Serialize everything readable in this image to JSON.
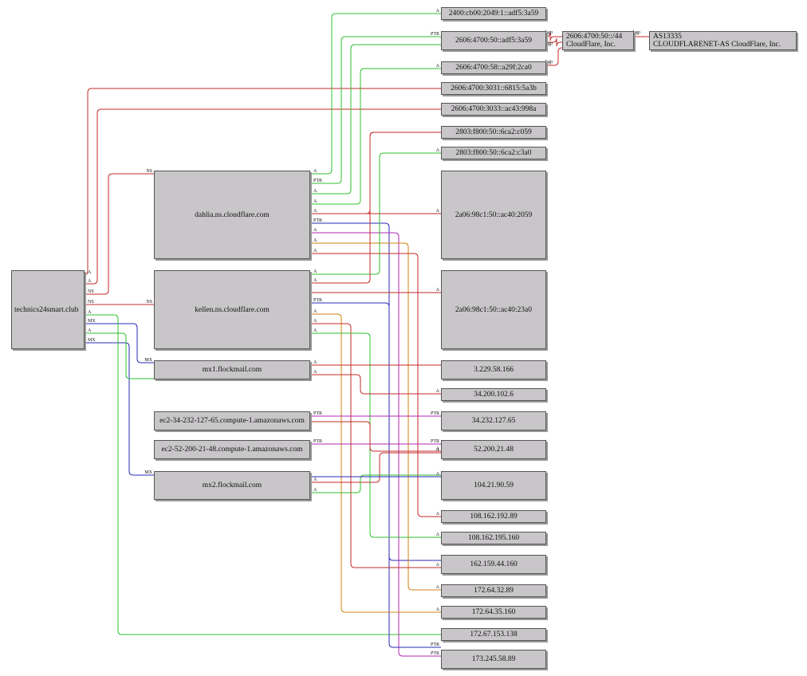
{
  "colors": {
    "A": "#2fbf2f",
    "NS": "#c52a2a",
    "MX": "#2a2ab8",
    "PTR": "#b02ab0",
    "alt": "#d08010",
    "bgp": "#c52a2a"
  },
  "nodes": {
    "root": "technics24smart.club",
    "dahlia": "dahlia.ns.cloudflare.com",
    "kellen": "kellen.ns.cloudflare.com",
    "mx1": "mx1.flockmail.com",
    "ec2a": "ec2-34-232-127-65.compute-1.amazonaws.com",
    "ec2b": "ec2-52-200-21-48.compute-1.amazonaws.com",
    "mx2": "mx2.flockmail.com",
    "ip01": "2400:cb00:2049:1::adf5:3a59",
    "ip02": "2606:4700:50::adf5:3a59",
    "ip03": "2606:4700:58::a29f:2ca0",
    "ip04": "2606:4700:3031::6815:5a3b",
    "ip05": "2606:4700:3033::ac43:998a",
    "ip06": "2803:f800:50::6ca2:c059",
    "ip07": "2803:f800:50::6ca2:c3a0",
    "ip08": "2a06:98c1:50::ac40:2059",
    "ip09": "2a06:98c1:50::ac40:23a0",
    "ip10": "3.229.58.166",
    "ip11": "34.200.102.6",
    "ip12": "34.232.127.65",
    "ip13": "52.200.21.48",
    "ip14": "104.21.90.59",
    "ip15": "108.162.192.89",
    "ip16": "108.162.195.160",
    "ip17": "162.159.44.160",
    "ip18": "172.64.32.89",
    "ip19": "172.64.35.160",
    "ip20": "172.67.153.138",
    "ip21": "173.245.58.89",
    "net_prefix": "2606:4700:50::/44",
    "net_org": "CloudFlare, Inc.",
    "as_num": "AS13335",
    "as_name": "CLOUDFLARENET-AS CloudFlare, Inc."
  },
  "edge_labels": {
    "a": "A",
    "ns": "NS",
    "mx": "MX",
    "ptr": "PTR",
    "bgp": "bgp"
  }
}
